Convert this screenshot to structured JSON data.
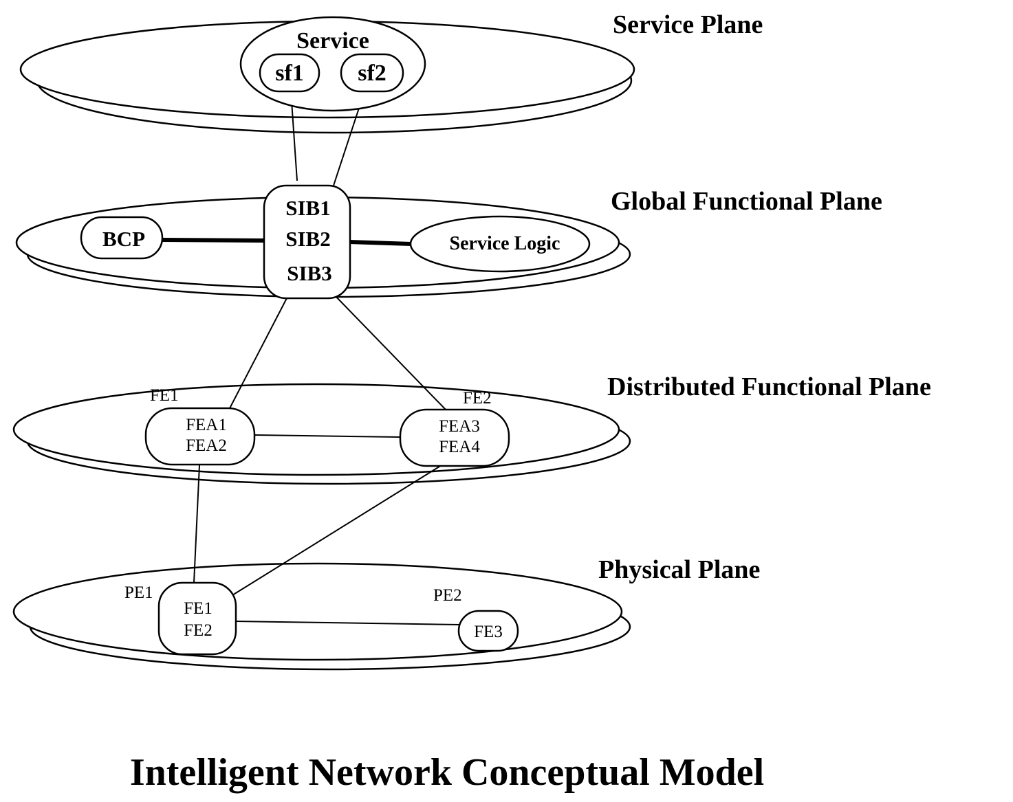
{
  "planes": {
    "service": "Service Plane",
    "global": "Global Functional Plane",
    "distributed": "Distributed Functional Plane",
    "physical": "Physical Plane"
  },
  "service_plane": {
    "service": "Service",
    "sf1": "sf1",
    "sf2": "sf2"
  },
  "global_plane": {
    "bcp": "BCP",
    "sib1": "SIB1",
    "sib2": "SIB2",
    "sib3": "SIB3",
    "service_logic": "Service Logic"
  },
  "distributed_plane": {
    "fe1_label": "FE1",
    "fe2_label": "FE2",
    "fea1": "FEA1",
    "fea2": "FEA2",
    "fea3": "FEA3",
    "fea4": "FEA4"
  },
  "physical_plane": {
    "pe1_label": "PE1",
    "pe2_label": "PE2",
    "pe1_fe1": "FE1",
    "pe1_fe2": "FE2",
    "pe2_fe3": "FE3"
  },
  "caption": "Intelligent Network Conceptual Model"
}
